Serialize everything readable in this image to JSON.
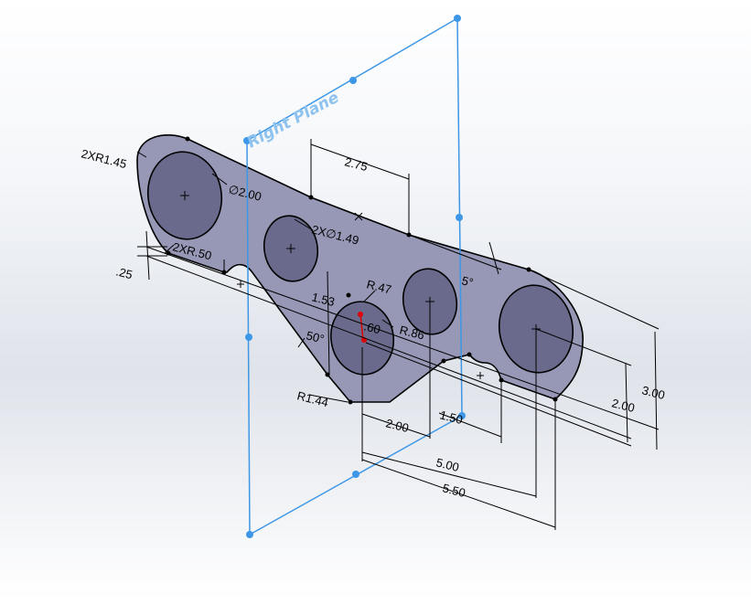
{
  "view": {
    "plane_label": "Right Plane",
    "part_color": "#9698b6",
    "hole_color": "#6a6b8c",
    "plane_color": "#3d97e6"
  },
  "dimensions": {
    "r_outer_left": "2XR1.45",
    "dia_large": "∅2.00",
    "dia_small": "2X∅1.49",
    "r_small_fillet": "2XR.50",
    "offset_25": ".25",
    "len_275": "2.75",
    "r_47": "R.47",
    "h_153": "1.53",
    "h_60": ".60",
    "r_86": "R.86",
    "ang_50": "50°",
    "ang_5": "5°",
    "r_144": "R1.44",
    "w_200_bottom": "2.00",
    "w_150": "1.50",
    "w_500": "5.00",
    "w_550": "5.50",
    "h_200_right": "2.00",
    "h_300_right": "3.00"
  }
}
